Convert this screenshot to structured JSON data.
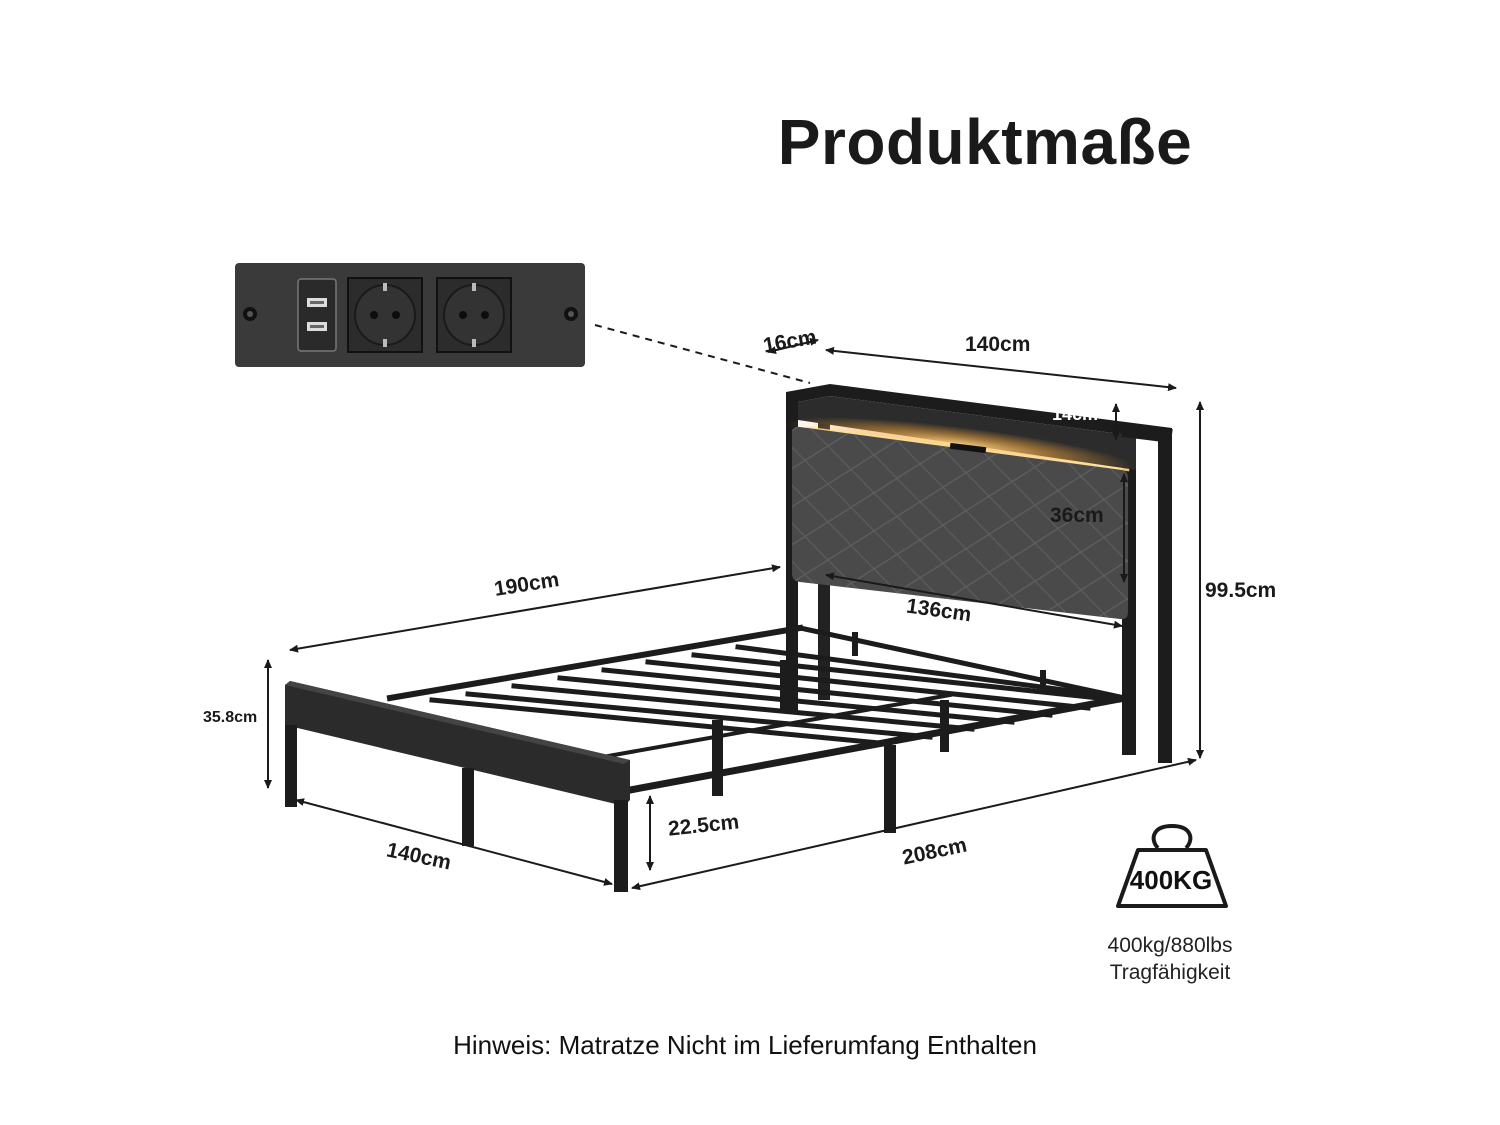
{
  "title": "Produktmaße",
  "dimensions": {
    "shelf_depth": "16cm",
    "headboard_width": "140cm",
    "shelf_height": "14cm",
    "panel_height": "36cm",
    "total_height": "99.5cm",
    "bed_length": "190cm",
    "inner_width": "136cm",
    "footboard_height": "35.8cm",
    "clearance": "22.5cm",
    "frame_width": "140cm",
    "frame_length": "208cm"
  },
  "capacity": {
    "weight_label": "400KG",
    "caption_line1": "400kg/880lbs",
    "caption_line2": "Tragfähigkeit"
  },
  "note": "Hinweis: Matratze Nicht im Lieferumfang Enthalten",
  "colors": {
    "frame": "#1c1c1c",
    "panel": "#4a4a4a",
    "led": "#f3b04a",
    "outlet_strip": "#3a3a3a"
  }
}
